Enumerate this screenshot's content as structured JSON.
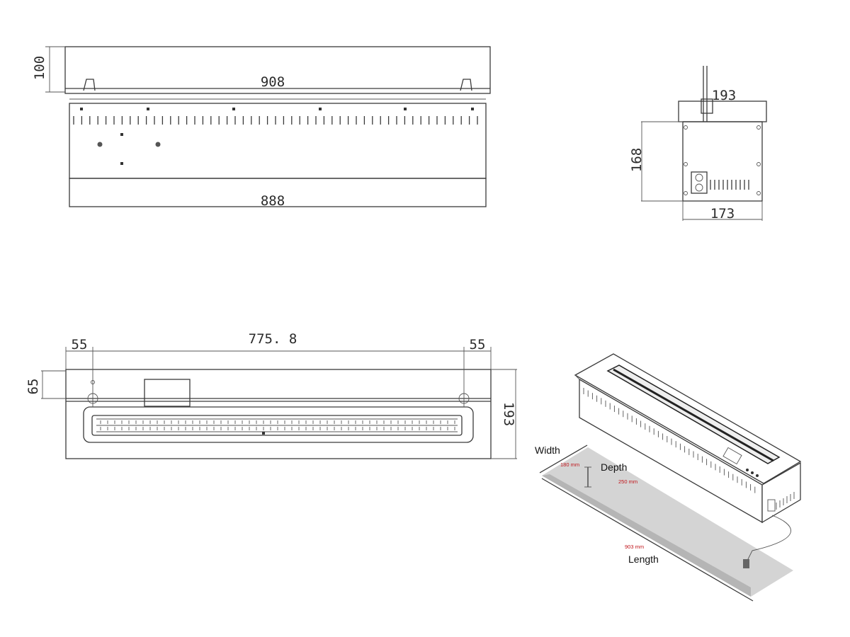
{
  "views": {
    "front": {
      "height": "100",
      "top_width": "908",
      "bottom_width": "888"
    },
    "side": {
      "top_width": "193",
      "height": "168",
      "bottom_width": "173"
    },
    "top": {
      "left_margin": "55",
      "inner_length": "775. 8",
      "right_margin": "55",
      "depth": "65",
      "total_depth": "193"
    }
  },
  "installation": {
    "width_label": "Width",
    "width_value": "180 mm",
    "depth_label": "Depth",
    "depth_value": "250 mm",
    "length_label": "Length",
    "length_value": "903 mm"
  },
  "colors": {
    "line": "#3a3a3a",
    "annotation_red": "#c0141a",
    "cutout_fill": "#d4d4d4"
  }
}
